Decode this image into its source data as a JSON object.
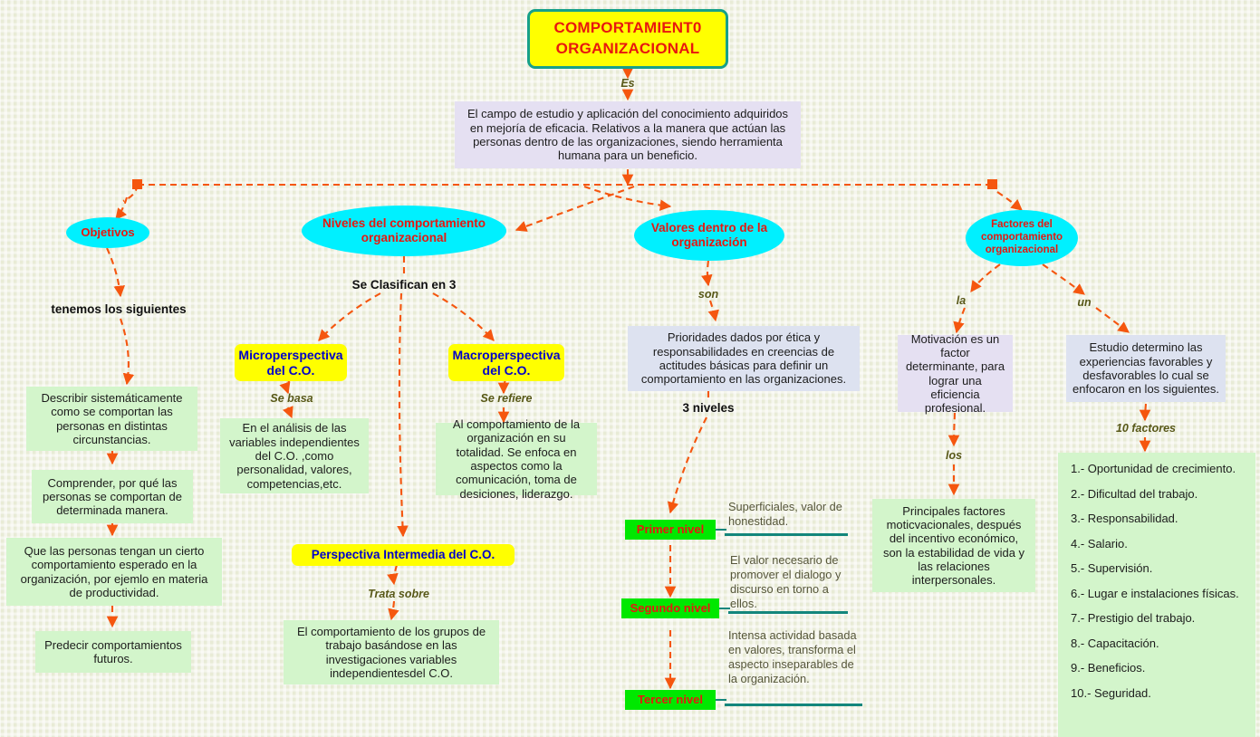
{
  "title": {
    "line1": "COMPORTAMIENT0",
    "line2": "ORGANIZACIONAL"
  },
  "root_link": "Es",
  "definition": "El campo de estudio y aplicación del conocimiento adquiridos en mejoría de eficacia. Relativos a  la manera que actúan las personas dentro de las organizaciones, siendo herramienta humana para un beneficio.",
  "branches": {
    "objetivos": {
      "title": "Objetivos",
      "link": "tenemos los siguientes",
      "items": [
        "Describir sistemáticamente como se comportan las personas en distintas circunstancias.",
        "Comprender, por qué las personas se comportan de determinada manera.",
        "Que las personas tengan un cierto comportamiento esperado en la organización, por ejemlo en materia de productividad.",
        "Predecir comportamientos futuros."
      ]
    },
    "niveles": {
      "title": "Niveles del comportamiento organizacional",
      "link": "Se Clasifican en 3",
      "micro": {
        "title": "Microperspectiva del C.O.",
        "link": "Se basa",
        "body": "En el análisis de las variables independientes del C.O. ,como personalidad, valores, competencias,etc."
      },
      "macro": {
        "title": "Macroperspectiva del C.O.",
        "link": "Se refiere",
        "body": "Al comportamiento de la organización en su totalidad. Se enfoca en aspectos como la comunicación, toma de desiciones, liderazgo."
      },
      "intermedia": {
        "title": "Perspectiva Intermedia del C.O.",
        "link": "Trata sobre",
        "body": "El comportamiento de los grupos de trabajo basándose en las investigaciones variables independientesdel C.O."
      }
    },
    "valores": {
      "title": "Valores dentro de la organización",
      "link": "son",
      "body": "Prioridades dados por ética y responsabilidades en creencias de actitudes básicas para definir un comportamiento en las organizaciones.",
      "levels_label": "3 niveles",
      "levels": [
        {
          "chip": "Primer nivel",
          "note": "Superficiales, valor de honestidad."
        },
        {
          "chip": "Segundo nivel",
          "note": "El valor necesario de promover el dialogo y discurso en torno a ellos."
        },
        {
          "chip": "Tercer nivel",
          "note": "Intensa actividad basada en valores, transforma el aspecto inseparables de la organización."
        }
      ]
    },
    "factores": {
      "title": "Factores del comportamiento organizacional",
      "link_left": "la",
      "link_right": "un",
      "motivacion": {
        "body": "Motivación es un factor determinante, para lograr una eficiencia profesional.",
        "link": "los",
        "detail": "Principales factores moticvacionales, después del incentivo económico, son la estabilidad de vida y las relaciones interpersonales."
      },
      "estudio": {
        "body": "Estudio determino las experiencias favorables y desfavorables lo cual se enfocaron en los siguientes.",
        "link": "10 factores",
        "factors": [
          "1.- Oportunidad de crecimiento.",
          "2.- Dificultad del trabajo.",
          "3.- Responsabilidad.",
          "4.- Salario.",
          "5.- Supervisión.",
          "6.- Lugar e instalaciones físicas.",
          "7.- Prestigio del trabajo.",
          "8.- Capacitación.",
          "9.- Beneficios.",
          "10.- Seguridad."
        ]
      }
    }
  },
  "colors": {
    "background": "#e8ebd6",
    "connector": "#f5560f",
    "title_fill": "#ffff00",
    "title_border": "#17a08a",
    "title_text": "#e8170f",
    "ellipse_fill": "#00f0ff",
    "ellipse_text": "#e8170f",
    "green_box": "#d3f5cb",
    "lavender_box": "#e5e0f2",
    "blue_box": "#dde2f0",
    "yellow_box": "#ffff00",
    "yellow_box_text": "#0000cc",
    "green_chip": "#00e800",
    "green_chip_text": "#e8170f",
    "rule": "#13867c",
    "link_word": "#585818"
  }
}
